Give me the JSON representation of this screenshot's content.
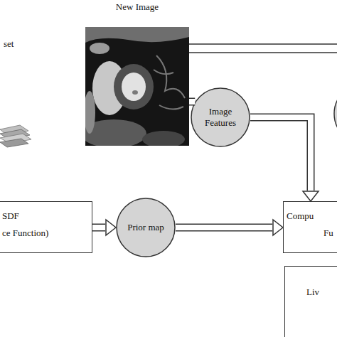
{
  "diagram": {
    "nodes": [
      {
        "text": [
          "New Image"
        ]
      },
      {
        "text": [
          "Image Features"
        ]
      },
      {
        "text": [
          "SDF",
          "ce Function)"
        ]
      },
      {
        "text": [
          "Prior map"
        ]
      },
      {
        "text": [
          "Compu",
          "Fu"
        ]
      },
      {
        "text": [
          "Liv"
        ]
      }
    ],
    "edges": [
      {
        "from": 0,
        "to": 1,
        "arrow": "none"
      },
      {
        "from": 1,
        "to": 4,
        "arrow": "to"
      },
      {
        "from": 2,
        "to": 3,
        "arrow": "to"
      },
      {
        "from": 3,
        "to": 4,
        "arrow": "to"
      }
    ],
    "labels": [
      "set"
    ]
  }
}
